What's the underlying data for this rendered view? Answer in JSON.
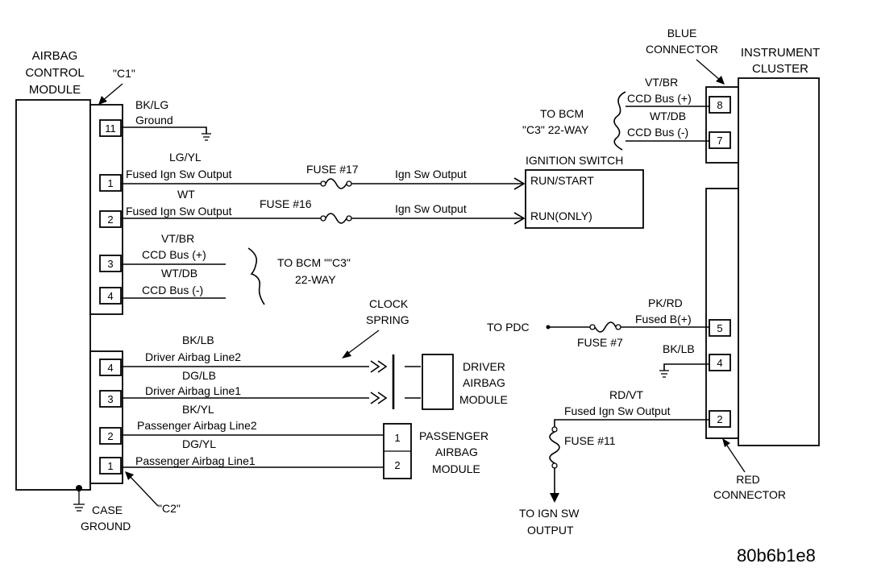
{
  "airbag_module": {
    "title_lines": [
      "AIRBAG",
      "CONTROL",
      "MODULE"
    ]
  },
  "connector_c1": {
    "label": "\"C1\""
  },
  "connector_c2": {
    "label": "\"C2\""
  },
  "case_ground": {
    "lines": [
      "CASE",
      "GROUND"
    ]
  },
  "c1_pins": [
    {
      "pin": "11",
      "color": "BK/LG",
      "circuit": "Ground"
    },
    {
      "pin": "1",
      "color": "LG/YL",
      "circuit": "Fused Ign Sw Output"
    },
    {
      "pin": "2",
      "color": "WT",
      "circuit": "Fused Ign Sw Output"
    },
    {
      "pin": "3",
      "color": "VT/BR",
      "circuit": "CCD Bus (+)"
    },
    {
      "pin": "4",
      "color": "WT/DB",
      "circuit": "CCD Bus (-)"
    }
  ],
  "c2_pins": [
    {
      "pin": "4",
      "color": "BK/LB",
      "circuit": "Driver Airbag Line2"
    },
    {
      "pin": "3",
      "color": "DG/LB",
      "circuit": "Driver Airbag Line1"
    },
    {
      "pin": "2",
      "color": "BK/YL",
      "circuit": "Passenger Airbag Line2"
    },
    {
      "pin": "1",
      "color": "DG/YL",
      "circuit": "Passenger Airbag Line1"
    }
  ],
  "fuses": {
    "f17": "FUSE #17",
    "f16": "FUSE #16",
    "f7": "FUSE #7",
    "f11": "FUSE #11"
  },
  "ign_output_labels": {
    "top": "Ign Sw Output",
    "bottom": "Ign Sw Output"
  },
  "ignition_switch": {
    "title": "IGNITION SWITCH",
    "run_start": "RUN/START",
    "run_only": "RUN(ONLY)"
  },
  "bcm_left": {
    "lines": [
      "TO BCM \"\"C3\"",
      "22-WAY"
    ]
  },
  "bcm_right": {
    "lines": [
      "TO BCM",
      "\"C3\" 22-WAY"
    ]
  },
  "clock_spring": {
    "lines": [
      "CLOCK",
      "SPRING"
    ]
  },
  "driver_airbag": {
    "lines": [
      "DRIVER",
      "AIRBAG",
      "MODULE"
    ]
  },
  "passenger_airbag": {
    "lines": [
      "PASSENGER",
      "AIRBAG",
      "MODULE"
    ],
    "pins": [
      "1",
      "2"
    ]
  },
  "blue_connector": {
    "lines": [
      "BLUE",
      "CONNECTOR"
    ],
    "pins": [
      {
        "pin": "8",
        "color": "VT/BR",
        "circuit": "CCD Bus (+)"
      },
      {
        "pin": "7",
        "color": "WT/DB",
        "circuit": "CCD Bus (-)"
      }
    ]
  },
  "instrument_cluster": {
    "lines": [
      "INSTRUMENT",
      "CLUSTER"
    ]
  },
  "red_connector": {
    "lines": [
      "RED",
      "CONNECTOR"
    ],
    "pins": [
      {
        "pin": "5",
        "color": "PK/RD",
        "circuit": "Fused B(+)"
      },
      {
        "pin": "4",
        "color": "BK/LB",
        "circuit": ""
      },
      {
        "pin": "2",
        "color": "RD/VT",
        "circuit": "Fused Ign Sw Output"
      }
    ]
  },
  "to_pdc": "TO PDC",
  "to_ign_sw": {
    "lines": [
      "TO IGN SW",
      "OUTPUT"
    ]
  },
  "figure_id": "80b6b1e8"
}
